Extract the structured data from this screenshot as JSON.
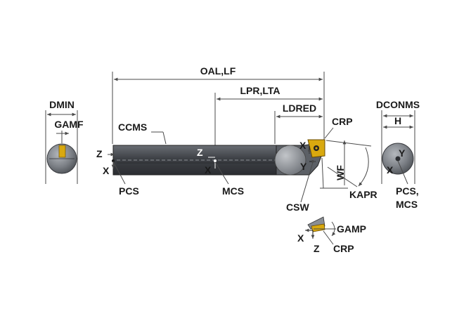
{
  "colors": {
    "body_dark": "#3d4045",
    "body_mid": "#5c6066",
    "body_light": "#9a9ea4",
    "insert_gold": "#d9a90f",
    "dim_line": "#4a4a4a",
    "text": "#1a1a1a"
  },
  "labels": {
    "oal_lf": "OAL,LF",
    "lpr_lta": "LPR,LTA",
    "ldred": "LDRED",
    "dmin": "DMIN",
    "gamf": "GAMF",
    "ccms": "CCMS",
    "crp_top": "CRP",
    "dconms": "DCONMS",
    "h": "H",
    "z_left": "Z",
    "x_left": "X",
    "pcs": "PCS",
    "z_mid": "Z",
    "x_mid": "X",
    "mcs": "MCS",
    "x_head": "X",
    "y_head": "Y",
    "wf": "WF",
    "kapr": "KAPR",
    "csw": "CSW",
    "y_right": "Y",
    "x_right": "X",
    "pcs_mcs_line1": "PCS,",
    "pcs_mcs_line2": "MCS",
    "gamp": "GAMP",
    "x_bottom": "X",
    "z_bottom": "Z",
    "crp_bottom": "CRP"
  }
}
